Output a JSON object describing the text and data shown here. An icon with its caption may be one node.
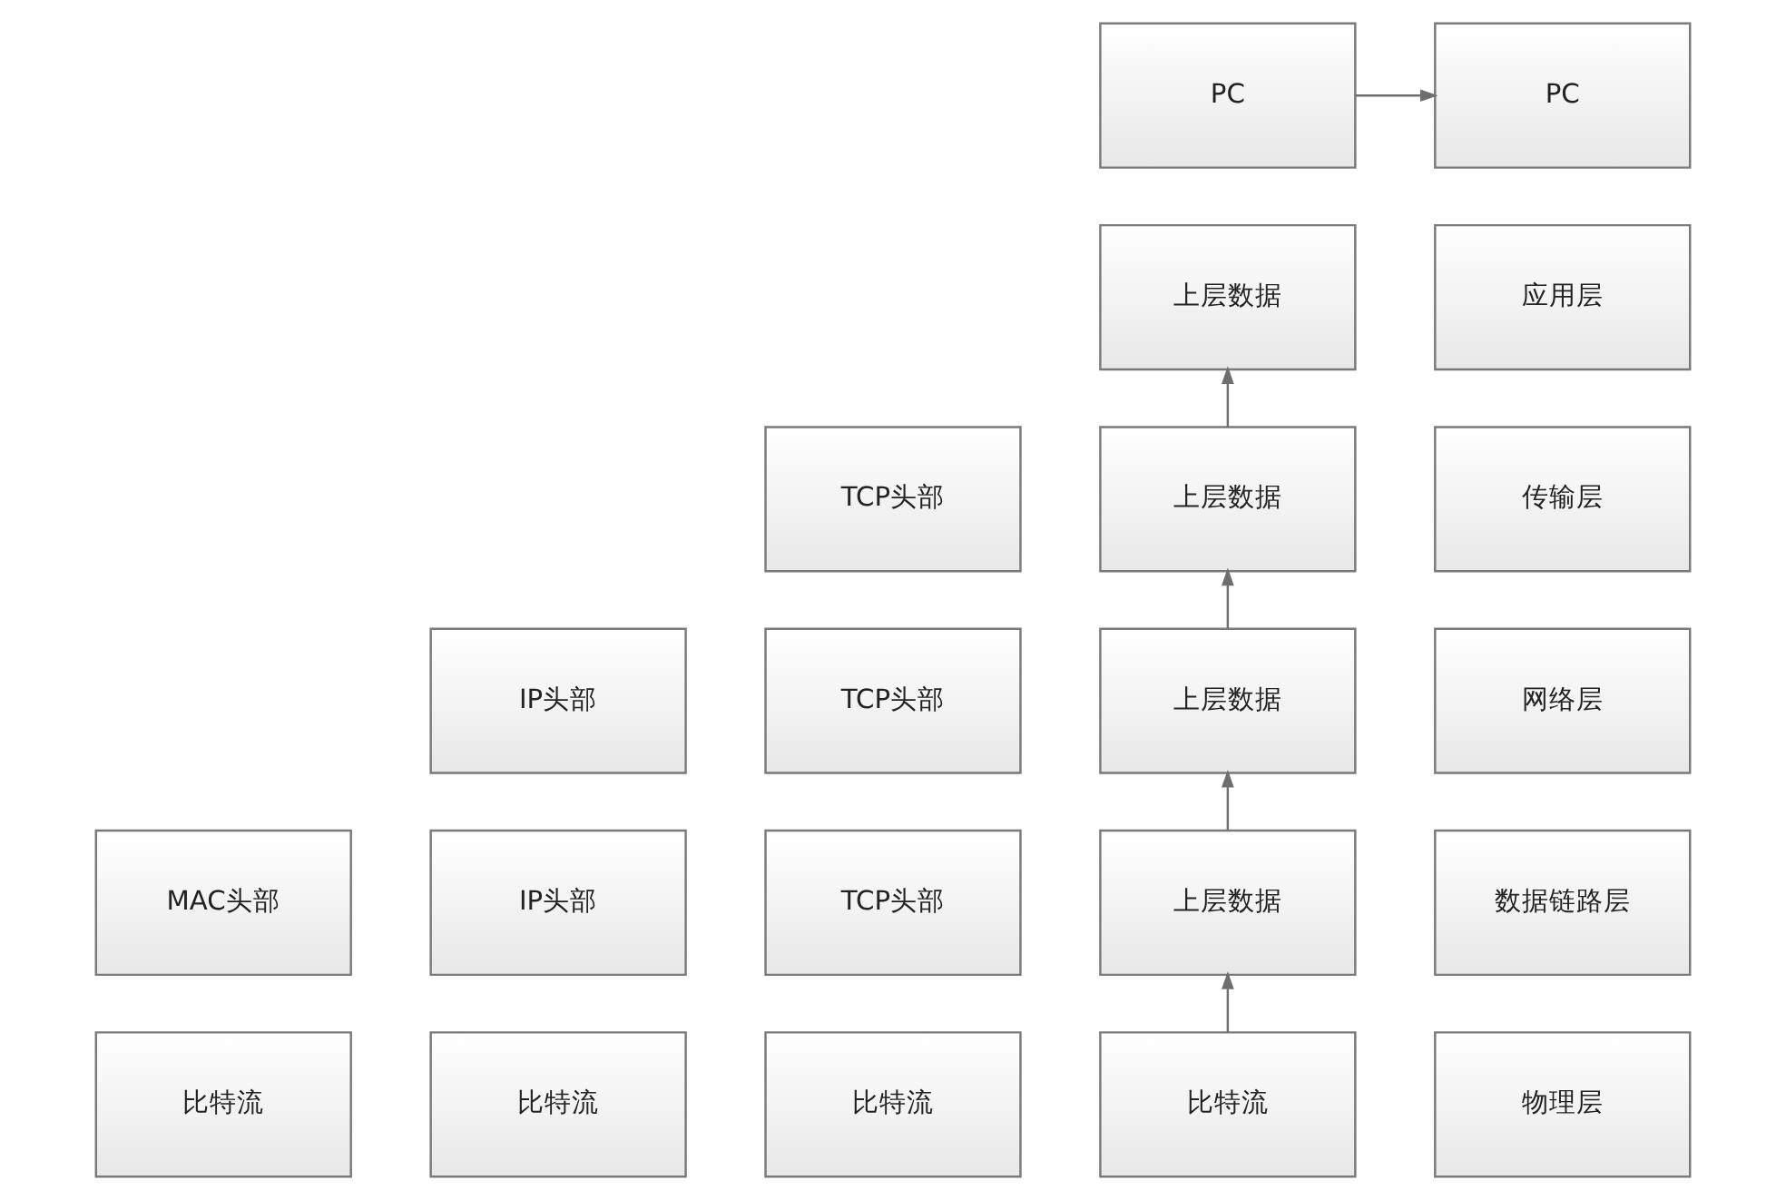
{
  "diagram": {
    "nodes": [
      {
        "text": [
          "PC"
        ]
      },
      {
        "text": [
          "PC"
        ]
      },
      {
        "text": [
          "上层数据"
        ]
      },
      {
        "text": [
          "应用层"
        ]
      },
      {
        "text": [
          "TCP头部"
        ]
      },
      {
        "text": [
          "上层数据"
        ]
      },
      {
        "text": [
          "传输层"
        ]
      },
      {
        "text": [
          "IP头部"
        ]
      },
      {
        "text": [
          "TCP头部"
        ]
      },
      {
        "text": [
          "上层数据"
        ]
      },
      {
        "text": [
          "网络层"
        ]
      },
      {
        "text": [
          "MAC头部"
        ]
      },
      {
        "text": [
          "IP头部"
        ]
      },
      {
        "text": [
          "TCP头部"
        ]
      },
      {
        "text": [
          "上层数据"
        ]
      },
      {
        "text": [
          "数据链路层"
        ]
      },
      {
        "text": [
          "比特流"
        ]
      },
      {
        "text": [
          "比特流"
        ]
      },
      {
        "text": [
          "比特流"
        ]
      },
      {
        "text": [
          "比特流"
        ]
      },
      {
        "text": [
          "物理层"
        ]
      }
    ],
    "edges": [
      {
        "from": 0,
        "to": 1,
        "arrow": "to"
      },
      {
        "from": 19,
        "to": 14,
        "arrow": "to"
      },
      {
        "from": 14,
        "to": 9,
        "arrow": "to"
      },
      {
        "from": 9,
        "to": 5,
        "arrow": "to"
      },
      {
        "from": 5,
        "to": 2,
        "arrow": "to"
      }
    ]
  }
}
